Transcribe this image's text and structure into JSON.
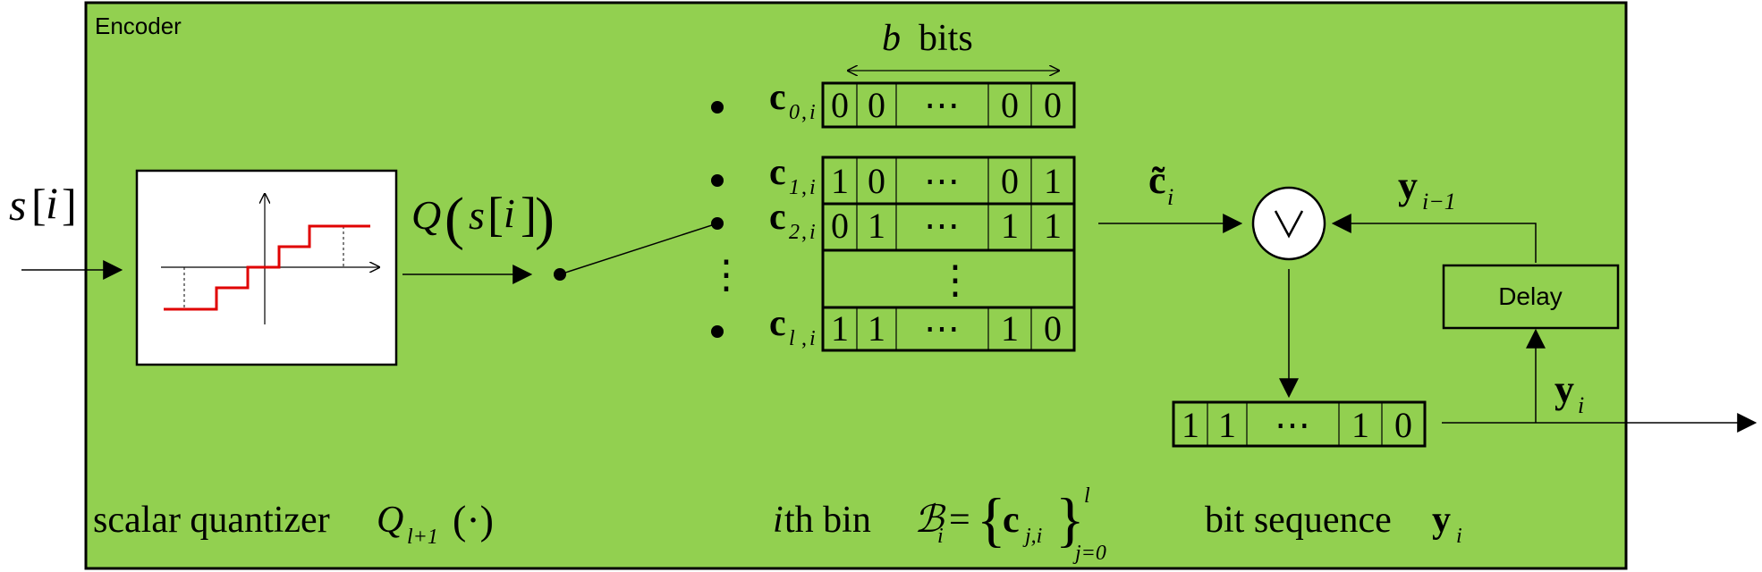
{
  "encoder_label": "Encoder",
  "input_label": {
    "s": "s",
    "lb": "[",
    "i": "i",
    "rb": "]"
  },
  "quantizer_output": {
    "Q": "Q",
    "lp": "(",
    "s": "s",
    "lb": "[",
    "i": "i",
    "rb": "]",
    "rp": ")"
  },
  "bits_label": {
    "b": "b",
    "text": "bits"
  },
  "codewords": [
    {
      "c": "c",
      "sub_j": "0",
      "sub_comma": ",",
      "sub_i": "i",
      "bits": [
        "0",
        "0",
        "⋯",
        "0",
        "0"
      ]
    },
    {
      "c": "c",
      "sub_j": "1",
      "sub_comma": ",",
      "sub_i": "i",
      "bits": [
        "1",
        "0",
        "⋯",
        "0",
        "1"
      ]
    },
    {
      "c": "c",
      "sub_j": "2",
      "sub_comma": ",",
      "sub_i": "i",
      "bits": [
        "0",
        "1",
        "⋯",
        "1",
        "1"
      ]
    },
    {
      "c": "c",
      "sub_j": "l",
      "sub_comma": ",",
      "sub_i": "i",
      "bits": [
        "1",
        "1",
        "⋯",
        "1",
        "0"
      ]
    }
  ],
  "vdots": "⋮",
  "or_symbol": "∨",
  "ctilde_label": {
    "c": "c̃",
    "sub": "i"
  },
  "y_prev_label": {
    "y": "y",
    "sub": "i−1"
  },
  "y_label": {
    "y": "y",
    "sub": "i"
  },
  "delay_label": "Delay",
  "output_bits": [
    "1",
    "1",
    "⋯",
    "1",
    "0"
  ],
  "captions": {
    "quantizer": {
      "text": "scalar quantizer ",
      "Q": "Q",
      "sub": "l+1",
      "arg": "(·)"
    },
    "bin": {
      "i": "i",
      "text": "th bin ",
      "B": "ℬ",
      "Bsub": "i",
      "eq": "=",
      "lbrace": "{",
      "c": "c",
      "csub": "j,i",
      "rbrace": "}",
      "sup": "l",
      "sub": "j=0"
    },
    "sequence": {
      "text": "bit sequence ",
      "y": "y",
      "sub": "i"
    }
  },
  "colors": {
    "panel": "#92d050",
    "staircase": "#e00000"
  }
}
